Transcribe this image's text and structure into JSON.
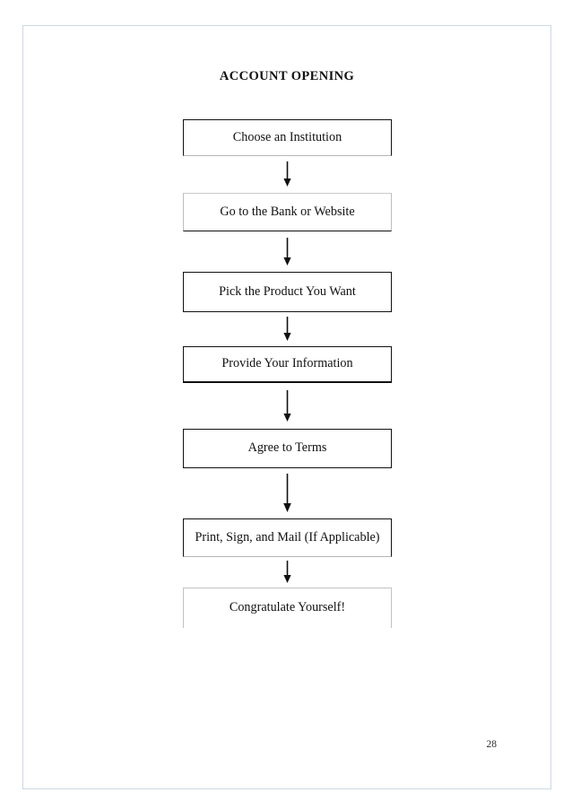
{
  "page": {
    "title": "ACCOUNT OPENING",
    "page_number": "28",
    "border_color": "#ccd8e2",
    "background_color": "#ffffff",
    "text_color": "#111111"
  },
  "flowchart": {
    "type": "flowchart",
    "orientation": "vertical",
    "node_count": 7,
    "nodes": [
      {
        "label": "Choose an Institution",
        "height": 41,
        "gap_after": 41
      },
      {
        "label": "Go to the Bank or Website",
        "height": 43,
        "gap_after": 45
      },
      {
        "label": "Pick the Product You Want",
        "height": 45,
        "gap_after": 38
      },
      {
        "label": "Provide Your Information",
        "height": 41,
        "gap_after": 51
      },
      {
        "label": "Agree to Terms",
        "height": 44,
        "gap_after": 56
      },
      {
        "label": "Print, Sign, and Mail (If Applicable)",
        "height": 43,
        "gap_after": 34
      },
      {
        "label": "Congratulate Yourself!",
        "height": 45,
        "gap_after": 0
      }
    ],
    "connectors": [
      {
        "name": "arrow-1",
        "length": 41
      },
      {
        "name": "arrow-2",
        "length": 45
      },
      {
        "name": "arrow-3",
        "length": 38
      },
      {
        "name": "arrow-4",
        "length": 51
      },
      {
        "name": "arrow-5",
        "length": 56
      },
      {
        "name": "arrow-6",
        "length": 34
      }
    ]
  }
}
